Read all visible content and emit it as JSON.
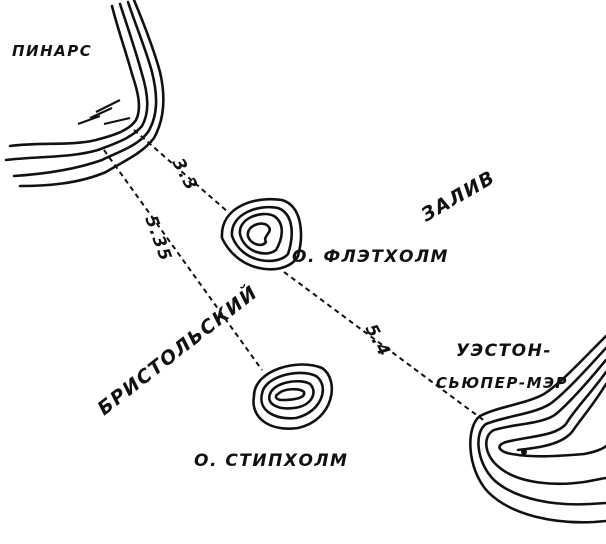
{
  "map": {
    "bay_label_line1": "ЗАЛИВ",
    "bay_label_line2": "БРИСТОЛЬСКИЙ",
    "place_penarth": "ПИНАРС",
    "place_weston_line1": "УЭСТОН-",
    "place_weston_line2": "СЬЮПЕР-МЭР",
    "island_flatholm": "О. ФЛЭТХОЛМ",
    "island_steepholm": "О. СТИПХОЛМ",
    "distances": {
      "penarth_flatholm": "3.3",
      "penarth_steepholm": "5.35",
      "flatholm_weston": "5.4"
    }
  }
}
